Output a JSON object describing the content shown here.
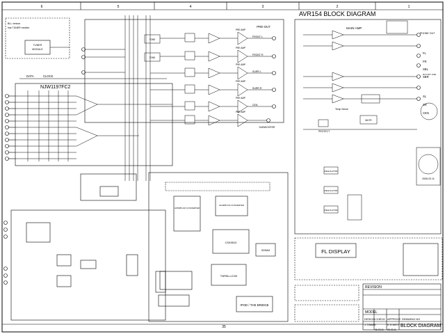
{
  "title_strip": {
    "title": "AVR154 BLOCK DIAGRAM"
  },
  "zones": [
    "6",
    "5",
    "4",
    "3",
    "2",
    "1"
  ],
  "tuner": {
    "note_line1": "BLL version",
    "note_line2": "has TUNER module.",
    "module_line1": "TUNER",
    "module_line2": "MODULE"
  },
  "selector": {
    "chip": "NJW1197FC2",
    "data_label": "DATA",
    "clock_label": "CLOCK"
  },
  "preout": {
    "label": "PRE-OUT",
    "amp_label": "PRE AMP",
    "tone": "TONE",
    "subwoofer": "SUBWOOFER"
  },
  "preout_channels": [
    "FRONT L",
    "FRONT R",
    "SURR L",
    "SURR R",
    "CEN"
  ],
  "main_amp": {
    "label": "MAIN AMP",
    "temp_sense": "Temp Sense",
    "mute": "MUTE",
    "protect": "PROTECT"
  },
  "outputs": [
    "FL",
    "FR",
    "SBL",
    "SBR",
    "SL",
    "SR",
    "CEN"
  ],
  "output_note": "DO NOT USE",
  "phones": "PHONE OUT",
  "date_stamp": "2006.03.11",
  "regulators": [
    "REGULATOR",
    "REGULATOR",
    "REGULATOR"
  ],
  "dsp": {
    "adc": "AK5385 A/D CONVERTER",
    "dac": "AK4385 D/A CONVERTER",
    "dsp": "CS49510",
    "sdram": "SDRAM",
    "mcu": "TMP86 u-COM",
    "ipod": "IPOD / THE BRIDGE"
  },
  "fl_display": "FL DISPLAY",
  "page_number": "35",
  "title_block": {
    "revision_label": "REVISION",
    "model_label": "MODEL",
    "design_label": "DESIGN",
    "check_label": "CHECK",
    "approve_label": "APPROVE",
    "drawing_no_label": "DRAWING NO",
    "design_name": "J.T.BAEK",
    "approve_name": "K.S.WEY",
    "drawing_title": "BLOCK DIAGRAM",
    "date_1": "06.03.11",
    "date_2": "06.03.11"
  }
}
